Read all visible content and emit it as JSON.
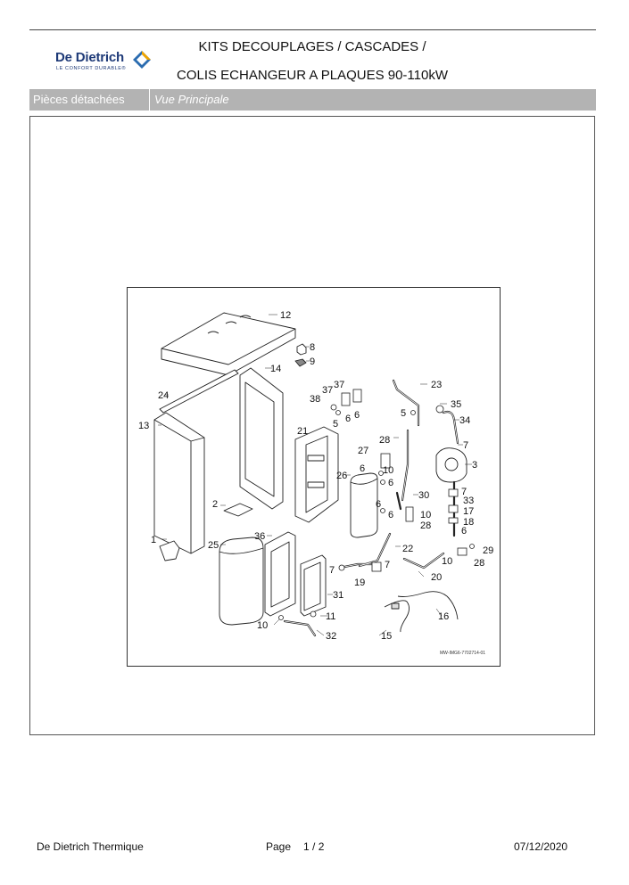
{
  "header": {
    "brand_name": "De Dietrich",
    "brand_tagline": "LE CONFORT DURABLE®",
    "title_line1": "KITS DECOUPLAGES / CASCADES /",
    "title_line2": "COLIS ECHANGEUR A PLAQUES 90-110kW",
    "brand_colors": [
      "#1e3a78",
      "#f0a500",
      "#2b6cb0"
    ]
  },
  "section": {
    "label": "Pièces détachées",
    "view": "Vue Principale",
    "bar_color": "#b3b3b3"
  },
  "diagram": {
    "reference": "MW-IMG6-7702714-01",
    "parts": [
      {
        "id": "p12",
        "label": "12"
      },
      {
        "id": "p8",
        "label": "8"
      },
      {
        "id": "p9",
        "label": "9"
      },
      {
        "id": "p14",
        "label": "14"
      },
      {
        "id": "p24",
        "label": "24"
      },
      {
        "id": "p37a",
        "label": "37"
      },
      {
        "id": "p37b",
        "label": "37"
      },
      {
        "id": "p38",
        "label": "38"
      },
      {
        "id": "p5a",
        "label": "5"
      },
      {
        "id": "p6a",
        "label": "6"
      },
      {
        "id": "p6b",
        "label": "6"
      },
      {
        "id": "p23",
        "label": "23"
      },
      {
        "id": "p35",
        "label": "35"
      },
      {
        "id": "p5b",
        "label": "5"
      },
      {
        "id": "p34",
        "label": "34"
      },
      {
        "id": "p13",
        "label": "13"
      },
      {
        "id": "p21",
        "label": "21"
      },
      {
        "id": "p28a",
        "label": "28"
      },
      {
        "id": "p7a",
        "label": "7"
      },
      {
        "id": "p27",
        "label": "27"
      },
      {
        "id": "p3",
        "label": "3"
      },
      {
        "id": "p6c",
        "label": "6"
      },
      {
        "id": "p10a",
        "label": "10"
      },
      {
        "id": "p26",
        "label": "26"
      },
      {
        "id": "p6d",
        "label": "6"
      },
      {
        "id": "p7b",
        "label": "7"
      },
      {
        "id": "p30",
        "label": "30"
      },
      {
        "id": "p33",
        "label": "33"
      },
      {
        "id": "p2",
        "label": "2"
      },
      {
        "id": "p6e",
        "label": "6"
      },
      {
        "id": "p17",
        "label": "17"
      },
      {
        "id": "p6f",
        "label": "6"
      },
      {
        "id": "p10b",
        "label": "10"
      },
      {
        "id": "p18",
        "label": "18"
      },
      {
        "id": "p28b",
        "label": "28"
      },
      {
        "id": "p6g",
        "label": "6"
      },
      {
        "id": "p36",
        "label": "36"
      },
      {
        "id": "p1",
        "label": "1"
      },
      {
        "id": "p25",
        "label": "25"
      },
      {
        "id": "p22",
        "label": "22"
      },
      {
        "id": "p29",
        "label": "29"
      },
      {
        "id": "p10c",
        "label": "10"
      },
      {
        "id": "p28c",
        "label": "28"
      },
      {
        "id": "p7c",
        "label": "7"
      },
      {
        "id": "p7d",
        "label": "7"
      },
      {
        "id": "p20",
        "label": "20"
      },
      {
        "id": "p19",
        "label": "19"
      },
      {
        "id": "p31",
        "label": "31"
      },
      {
        "id": "p16",
        "label": "16"
      },
      {
        "id": "p11",
        "label": "11"
      },
      {
        "id": "p10d",
        "label": "10"
      },
      {
        "id": "p15",
        "label": "15"
      },
      {
        "id": "p32",
        "label": "32"
      }
    ]
  },
  "footer": {
    "company": "De Dietrich Thermique",
    "page_label": "Page",
    "page_text": "1 / 2",
    "date": "07/12/2020"
  }
}
